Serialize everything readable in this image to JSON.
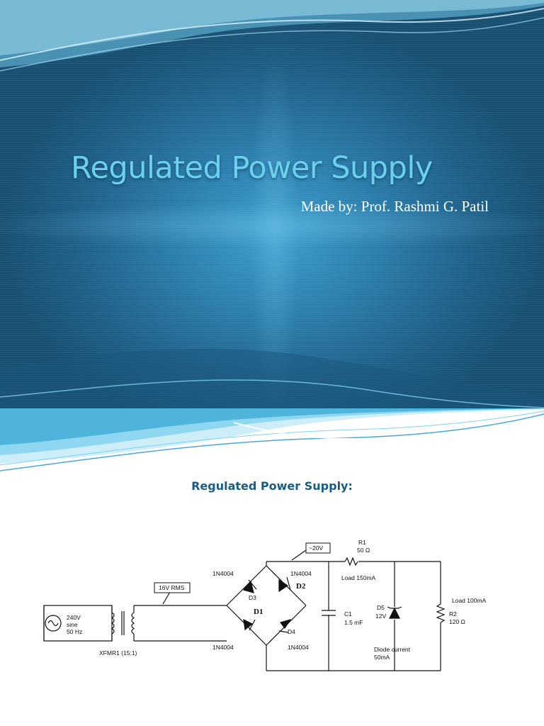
{
  "slide1": {
    "title": "Regulated Power Supply",
    "subtitle": "Made by: Prof. Rashmi G. Patil",
    "colors": {
      "background": "#1d5f86",
      "title": "#6ad0ec",
      "subtitle": "#ffffff"
    }
  },
  "slide2": {
    "title": "Regulated Power Supply:",
    "colors": {
      "title": "#1a5d83"
    },
    "circuit": {
      "source": {
        "voltage": "240V",
        "wave": "sine",
        "freq": "50 Hz"
      },
      "transformer": "XFMR1 (15:1)",
      "probe_rms": "16V RMS",
      "probe_dc": "~20V",
      "diodes": {
        "d3_part": "1N4004",
        "d3": "D3",
        "d2_part": "1N4004",
        "d2": "D2",
        "d1_part": "1N4004",
        "d1": "D1",
        "d4_part": "1N4004",
        "d4": "D4"
      },
      "r1": {
        "name": "R1",
        "value": "50 Ω",
        "note": "Load 150mA"
      },
      "c1": {
        "name": "C1",
        "value": "1.5 mF"
      },
      "d5": {
        "name": "D5",
        "value": "12V",
        "note1": "Diode current",
        "note2": "50mA"
      },
      "r2": {
        "name": "R2",
        "value": "120 Ω",
        "note": "Load 100mA"
      }
    }
  }
}
